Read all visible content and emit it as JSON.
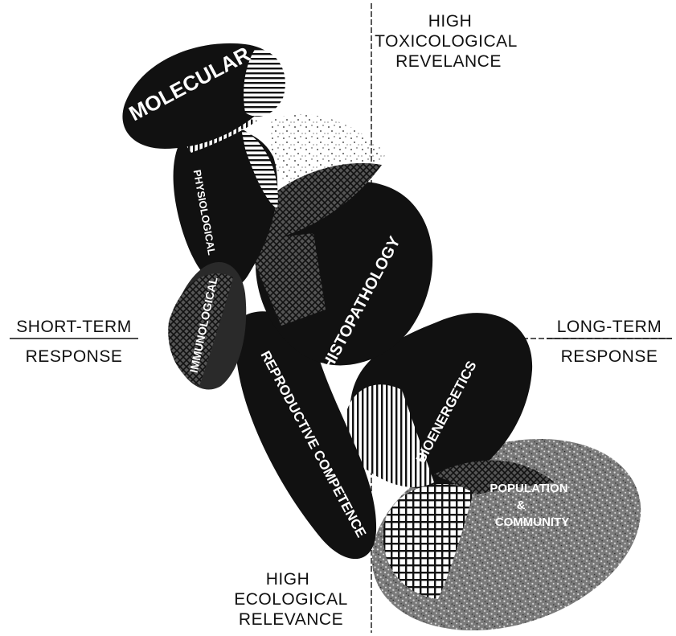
{
  "axes": {
    "top": [
      "HIGH",
      "TOXICOLOGICAL",
      "REVELANCE"
    ],
    "bottom": [
      "HIGH",
      "ECOLOGICAL",
      "RELEVANCE"
    ],
    "left": [
      "SHORT-TERM",
      "RESPONSE"
    ],
    "right": [
      "LONG-TERM",
      "RESPONSE"
    ]
  },
  "blobs": {
    "molecular": "MOLECULAR",
    "physiological": "PHYSIOLOGICAL",
    "immunological": "IMMUNOLOGICAL",
    "histopathology": "HISTOPATHOLOGY",
    "reproductive": "REPRODUCTIVE COMPETENCE",
    "bioenergetics": "BIOENERGETICS",
    "population": [
      "POPULATION",
      "&",
      "COMMUNITY"
    ]
  }
}
